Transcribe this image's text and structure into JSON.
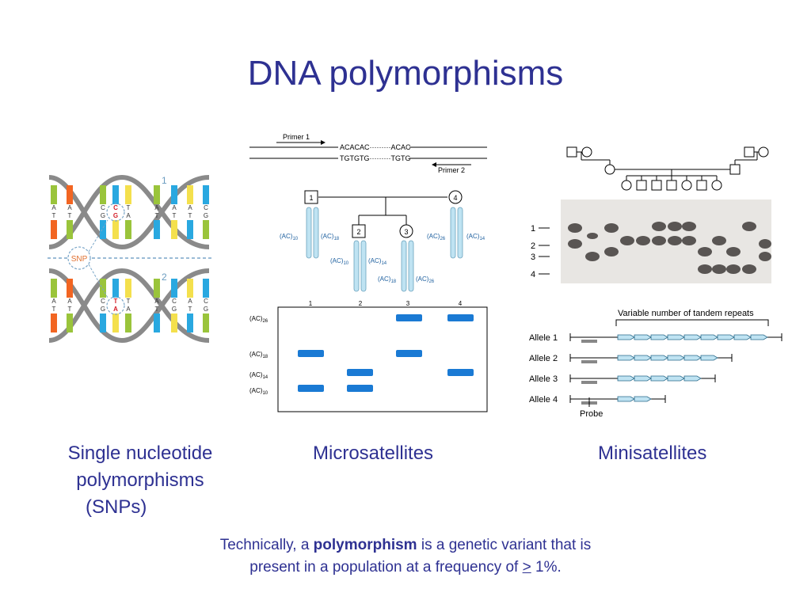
{
  "title": "DNA polymorphisms",
  "snp_panel": {
    "snp_label": "SNP",
    "strand1_num": "1",
    "strand2_num": "2",
    "strand1_top": [
      "A",
      "A",
      "C",
      "C",
      "T",
      "A",
      "A",
      "A",
      "C"
    ],
    "strand1_bottom": [
      "T",
      "T",
      "G",
      "G",
      "A",
      "T",
      "T",
      "T",
      "G"
    ],
    "strand2_top": [
      "A",
      "A",
      "C",
      "T",
      "T",
      "A",
      "C",
      "A",
      "C"
    ],
    "strand2_bottom": [
      "T",
      "T",
      "G",
      "A",
      "A",
      "T",
      "G",
      "T",
      "G"
    ]
  },
  "micro_panel": {
    "primer1": "Primer 1",
    "primer2": "Primer 2",
    "seq_top": "ACACAC·········ACAC",
    "seq_bottom": "TGTGTG·········TGTG",
    "ped_1": "1",
    "ped_2": "2",
    "ped_3": "3",
    "ped_4": "4",
    "ac_base": "(AC)",
    "sub_10": "10",
    "sub_18": "18",
    "sub_14": "14",
    "sub_26": "26",
    "gel_lanes": [
      "1",
      "2",
      "3",
      "4"
    ],
    "gel_rows": [
      "26",
      "18",
      "14",
      "10"
    ]
  },
  "mini_panel": {
    "band_labels": [
      "1",
      "2",
      "3",
      "4"
    ],
    "vntr_label": "Variable number of tandem repeats",
    "alleles": [
      "Allele 1",
      "Allele 2",
      "Allele 3",
      "Allele 4"
    ],
    "repeats": [
      9,
      6,
      5,
      2
    ],
    "probe": "Probe"
  },
  "captions": {
    "snp_line1": "Single nucleotide",
    "snp_line2": "polymorphisms",
    "snp_line3": "(SNPs)",
    "micro": "Microsatellites",
    "mini": "Minisatellites"
  },
  "footer": {
    "part1": "Technically, a ",
    "bold": "polymorphism",
    "part2": " is a genetic variant that is",
    "line2a": "present in a  population at a frequency of ",
    "gte": ">",
    "line2b": " 1%."
  },
  "colors": {
    "title": "#2e3192",
    "backbone": "#8a8a8a",
    "gel_band": "#1a7ad4",
    "chromosome": "#bfe3f2",
    "base_green": "#9ac43b",
    "base_orange": "#f26522",
    "base_yellow": "#f4e04d",
    "base_blue": "#29a8e0"
  }
}
